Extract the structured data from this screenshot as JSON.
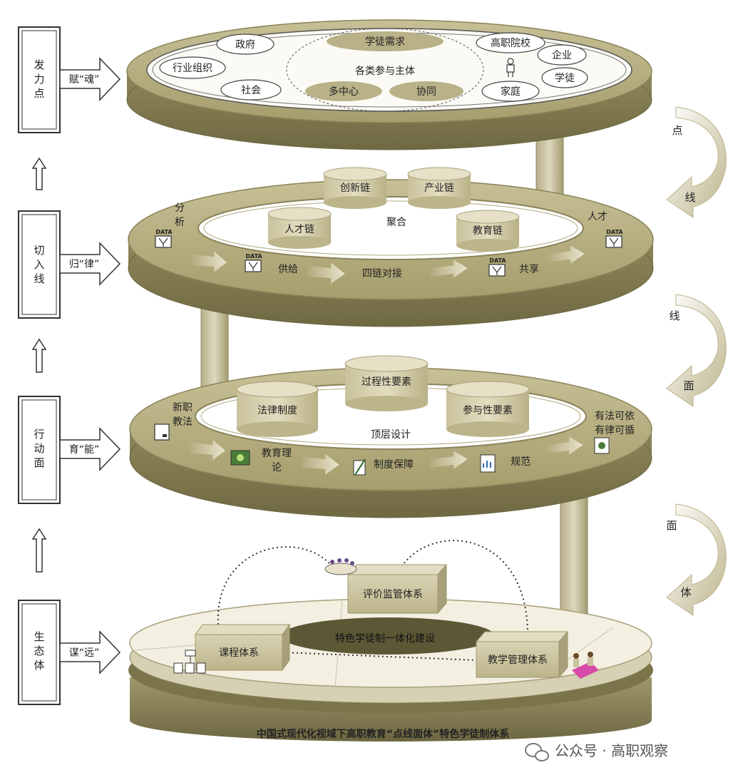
{
  "left_column": {
    "boxes": [
      "发力点",
      "切入线",
      "行动面",
      "生态体"
    ],
    "arrows": [
      "赋“魂”",
      "归“律”",
      "育“能”",
      "谋“远”"
    ]
  },
  "right_column": {
    "transitions": [
      {
        "from": "点",
        "to": "线"
      },
      {
        "from": "线",
        "to": "面"
      },
      {
        "from": "面",
        "to": "体"
      }
    ]
  },
  "layer1": {
    "center_title": "各类参与主体",
    "top_pill": "学徒需求",
    "bottom_pills": [
      "多中心",
      "协同"
    ],
    "left_ovals": [
      "政府",
      "行业组织",
      "社会"
    ],
    "right_ovals": [
      "高职院校",
      "企业",
      "学徒",
      "家庭"
    ]
  },
  "layer2": {
    "center": "聚合",
    "cylinders": [
      "创新链",
      "产业链",
      "人才链",
      "教育链"
    ],
    "flow": {
      "start": "分析",
      "step1": "供给",
      "step2": "四链对接",
      "step3": "共享",
      "end": "人才"
    },
    "data_label": "DATA"
  },
  "layer3": {
    "center": "顶层设计",
    "cylinders": [
      "过程性要素",
      "法律制度",
      "参与性要素"
    ],
    "flow": {
      "start_line1": "新职",
      "start_line2": "教法",
      "step1_line1": "教育理",
      "step1_line2": "论",
      "step2": "制度保障",
      "step3": "规范",
      "end_line1": "有法可依",
      "end_line2": "有律可循"
    }
  },
  "layer4": {
    "center": "特色学徒制一体化建设",
    "boxes": [
      "评价监管体系",
      "课程体系",
      "教学管理体系"
    ]
  },
  "caption": "中国式现代化视域下高职教育“点线面体”特色学徒制体系",
  "watermark": "公众号 · 高职观察"
}
